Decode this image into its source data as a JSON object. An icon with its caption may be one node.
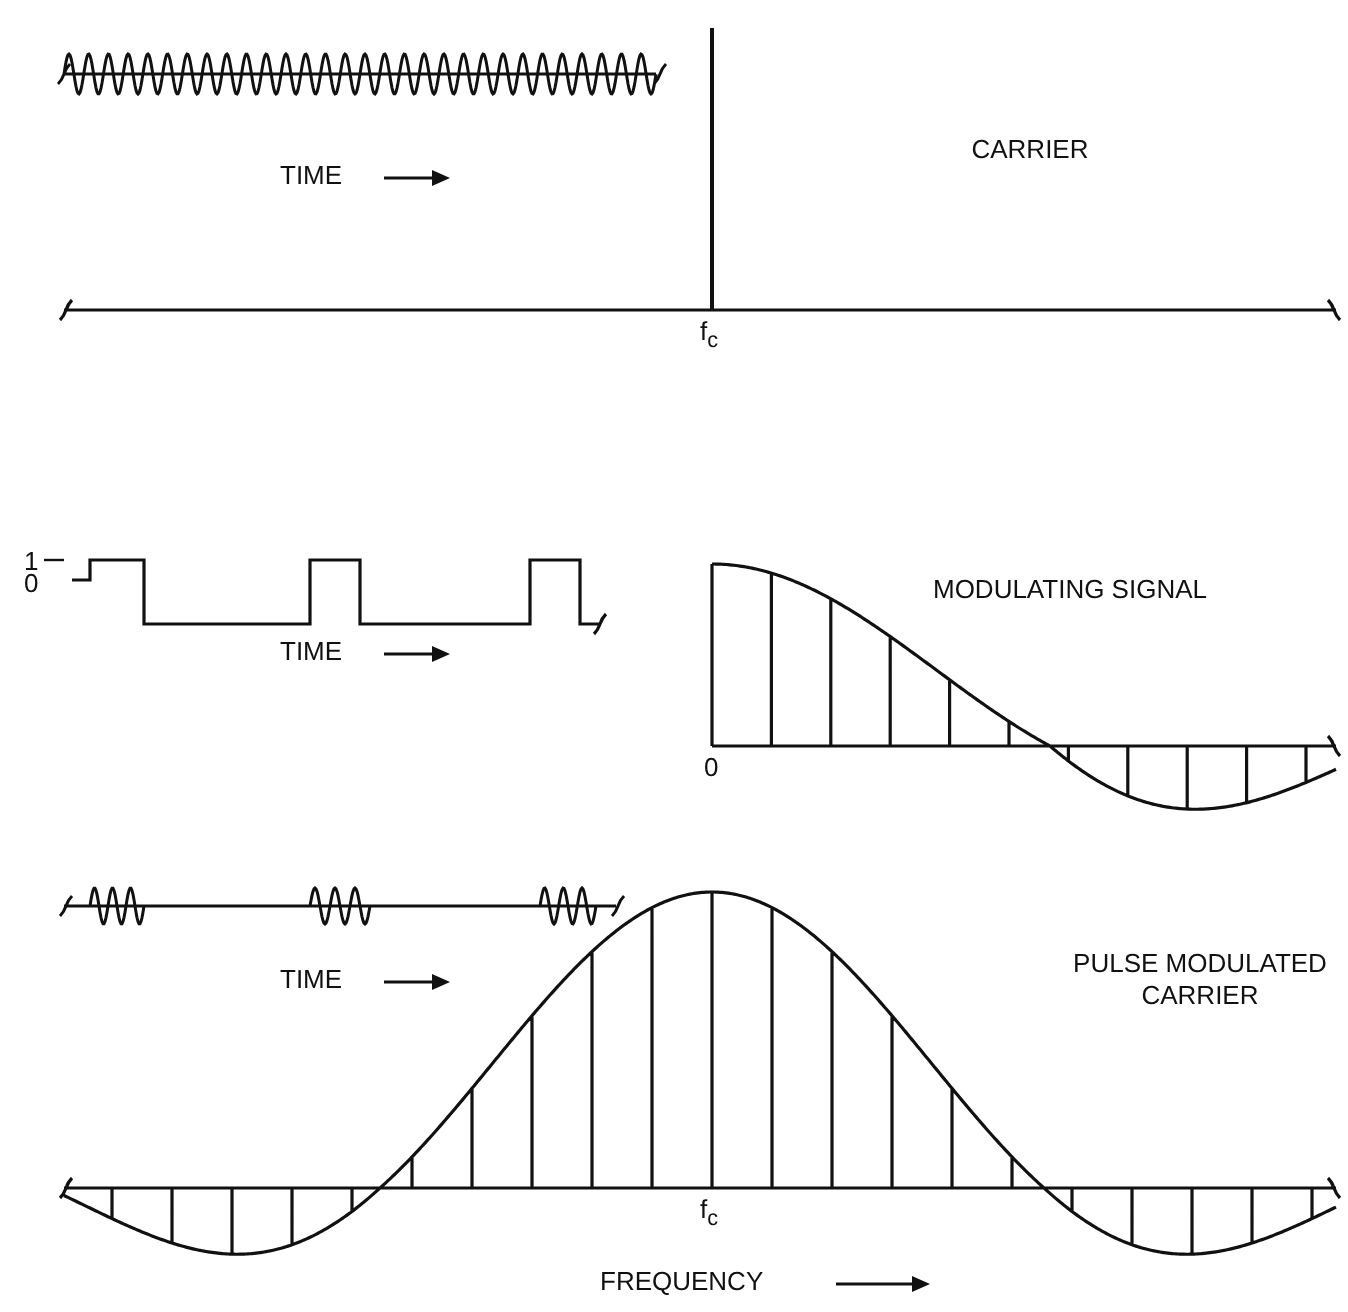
{
  "diagram": {
    "labels": [
      "CARRIER",
      "TIME",
      "f$_{c}$",
      "1",
      "0",
      "MODULATING SIGNAL",
      "TIME",
      "0",
      "PULSE MODULATED CARRIER",
      "TIME",
      "f$_{c}$",
      "FREQUENCY"
    ]
  }
}
